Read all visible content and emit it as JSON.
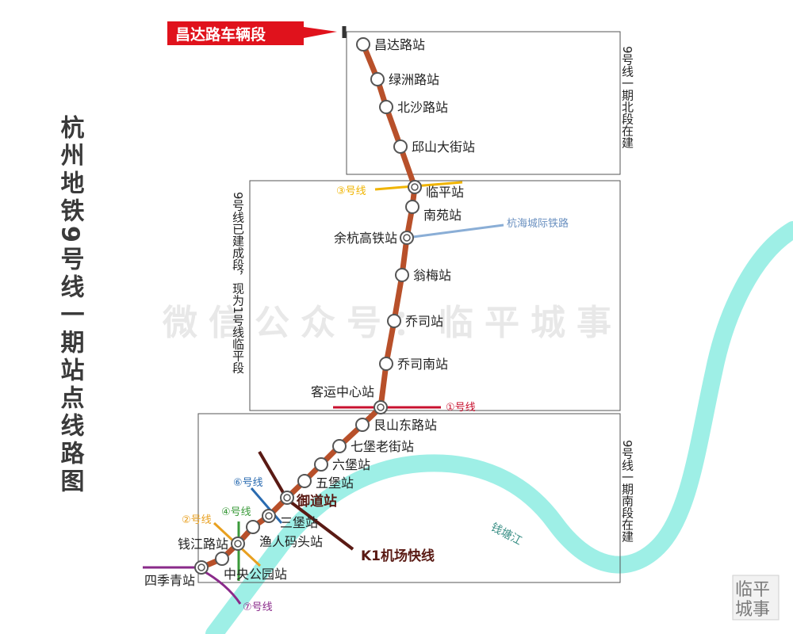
{
  "title": "杭州地铁9号线一期站点线路图",
  "depot_label": "昌达路车辆段",
  "watermark": "微信公众号：临平城事",
  "logo_text": [
    "临平",
    "城事"
  ],
  "river_label": "钱塘江",
  "segments": {
    "north": "9号线一期北段在建",
    "middle": "9号线已建成段，现为1号线临平段",
    "south": "9号线一期南段在建"
  },
  "stations": [
    "昌达路站",
    "绿洲路站",
    "北沙路站",
    "邱山大街站",
    "临平站",
    "南苑站",
    "余杭高铁站",
    "翁梅站",
    "乔司站",
    "乔司南站",
    "客运中心站",
    "艮山东路站",
    "七堡老街站",
    "六堡站",
    "五堡站",
    "御道站",
    "三堡站",
    "渔人码头站",
    "钱江路站",
    "中央公园站",
    "四季青站"
  ],
  "connections": {
    "line3": "③号线",
    "hanghai": "杭海城际铁路",
    "line1": "①号线",
    "line6": "⑥号线",
    "line4": "④号线",
    "line2": "②号线",
    "line7": "⑦号线",
    "k1": "K1机场快线"
  },
  "colors": {
    "line9": "#b8502a",
    "line3": "#f0b400",
    "line1": "#c8102e",
    "line6": "#2a6bb0",
    "line4": "#3a9a3a",
    "line2": "#e8a020",
    "line7": "#8a2a8a",
    "k1": "#5a1a14",
    "hanghai": "#8aaed6",
    "river": "#9eefe6",
    "depot_bg": "#e0121c"
  }
}
